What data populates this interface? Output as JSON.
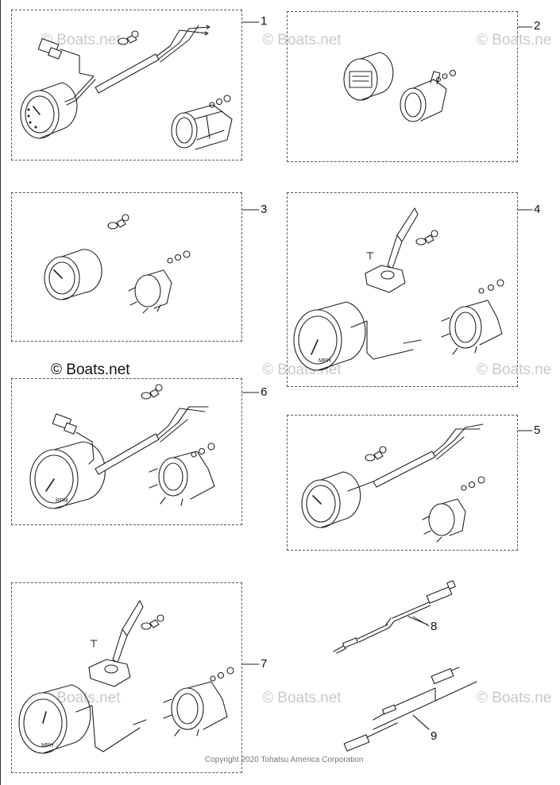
{
  "callouts": [
    "1",
    "2",
    "3",
    "4",
    "5",
    "6",
    "7",
    "8",
    "9"
  ],
  "watermark": "© Boats.net",
  "watermark_partial": "© Boats.ne",
  "copyright": "Copyright 2020 Tohatsu America Corporation",
  "gauge_labels": {
    "mph": "MPH",
    "rpm": "RPM"
  },
  "colors": {
    "line": "#222222",
    "watermark": "#c9c9c9"
  }
}
